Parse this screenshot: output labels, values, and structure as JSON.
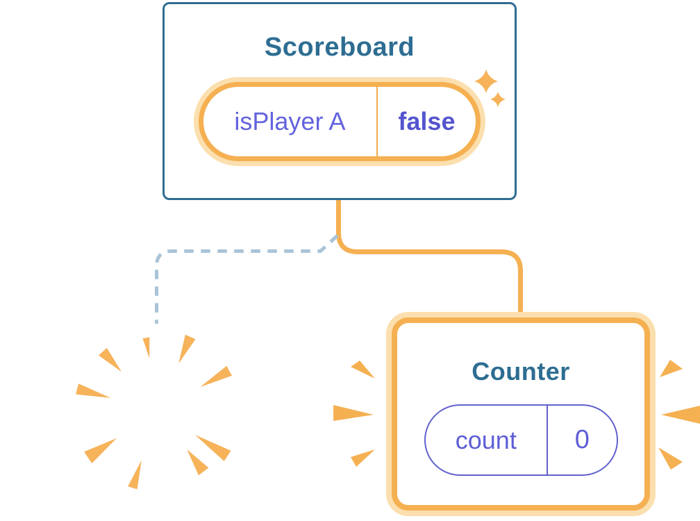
{
  "diagram": {
    "title": "React component tree state diagram",
    "nodes": [
      {
        "id": "scoreboard",
        "title": "Scoreboard",
        "state": {
          "key": "isPlayer A",
          "value": "false"
        },
        "decoration": "sparkles (state just updated)"
      },
      {
        "id": "counter",
        "title": "Counter",
        "state": {
          "key": "count",
          "value": "0"
        },
        "decoration": "emphasis burst (freshly mounted)"
      },
      {
        "id": "destroyed-component",
        "title": "",
        "decoration": "poof burst (component destroyed)"
      }
    ],
    "edges": [
      {
        "from": "scoreboard",
        "to": "counter",
        "style": "solid"
      },
      {
        "from": "scoreboard",
        "to": "destroyed-component",
        "style": "dashed"
      }
    ]
  },
  "colors": {
    "background": "#ffffff",
    "card_border_blue": "#2e6d92",
    "title_text_blue": "#2e6d92",
    "orange_accent": "#f5b052",
    "orange_glow": "#fbdfae",
    "purple_label": "#6363de",
    "purple_value_bold": "#5454cf",
    "purple_pill_border": "#6161cd",
    "dashed_line_blue": "#a9c4d8"
  },
  "icons": {
    "sparkles": "four-point stars",
    "poof": "radial orange burst",
    "emphasis": "wedge rays flanking card"
  }
}
